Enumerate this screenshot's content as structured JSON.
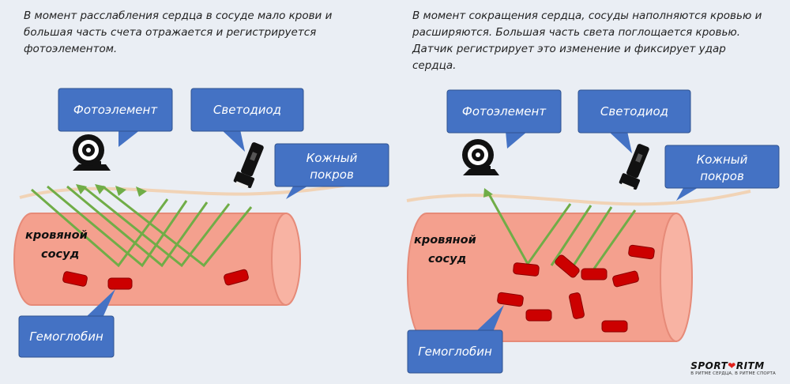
{
  "left_panel": {
    "caption": "В момент  расслабления сердца в сосуде мало крови и\nбольшая часть счета отражается и регистрируется\nфотоэлементом.",
    "photoelement_label": "Фотоэлемент",
    "led_label": "Светодиод",
    "skin_label_line1": "Кожный",
    "skin_label_line2": "покров",
    "vessel_label_line1": "кровяной",
    "vessel_label_line2": "сосуд",
    "hemoglobin_label": "Гемоглобин"
  },
  "right_panel": {
    "caption": "В момент  сокращения сердца, сосуды наполняются кровью и\nрасширяются. Большая часть света поглощается кровью.\nДатчик регистрирует это изменение и фиксирует удар\nсердца.",
    "photoelement_label": "Фотоэлемент",
    "led_label": "Светодиод",
    "skin_label_line1": "Кожный",
    "skin_label_line2": "покров",
    "vessel_label_line1": "кровяной",
    "vessel_label_line2": "сосуд",
    "hemoglobin_label": "Гемоглобин"
  },
  "logo": {
    "brand_left": "SPORT",
    "heart": "❤",
    "brand_right": "RITM",
    "tagline": "В РИТМЕ СЕРДЦА, В РИТМЕ СПОРТА"
  },
  "colors": {
    "callout_blue": "#4472c4",
    "vessel_fill": "#f4a08e",
    "vessel_edge": "#e68a78",
    "light_ray": "#70ad47",
    "blood_cell": "#cc0000",
    "skin_line": "#f1d3b6"
  },
  "icons": [
    "photodetector-icon",
    "flashlight-icon"
  ]
}
